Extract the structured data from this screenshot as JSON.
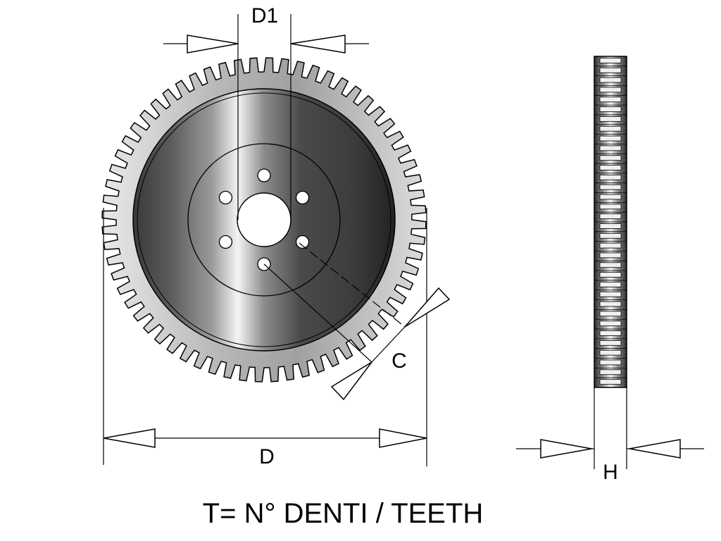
{
  "labels": {
    "d1": "D1",
    "d": "D",
    "c": "C",
    "h": "H",
    "teeth": "T= N° DENTI / TEETH"
  },
  "front_view": {
    "tooth_count": 64,
    "bolt_holes": 6
  },
  "side_view": {
    "tooth_count": 34
  },
  "colors": {
    "line": "#000000",
    "metal_dark": "#3c3c3c",
    "metal_light": "#f2f2f2"
  }
}
